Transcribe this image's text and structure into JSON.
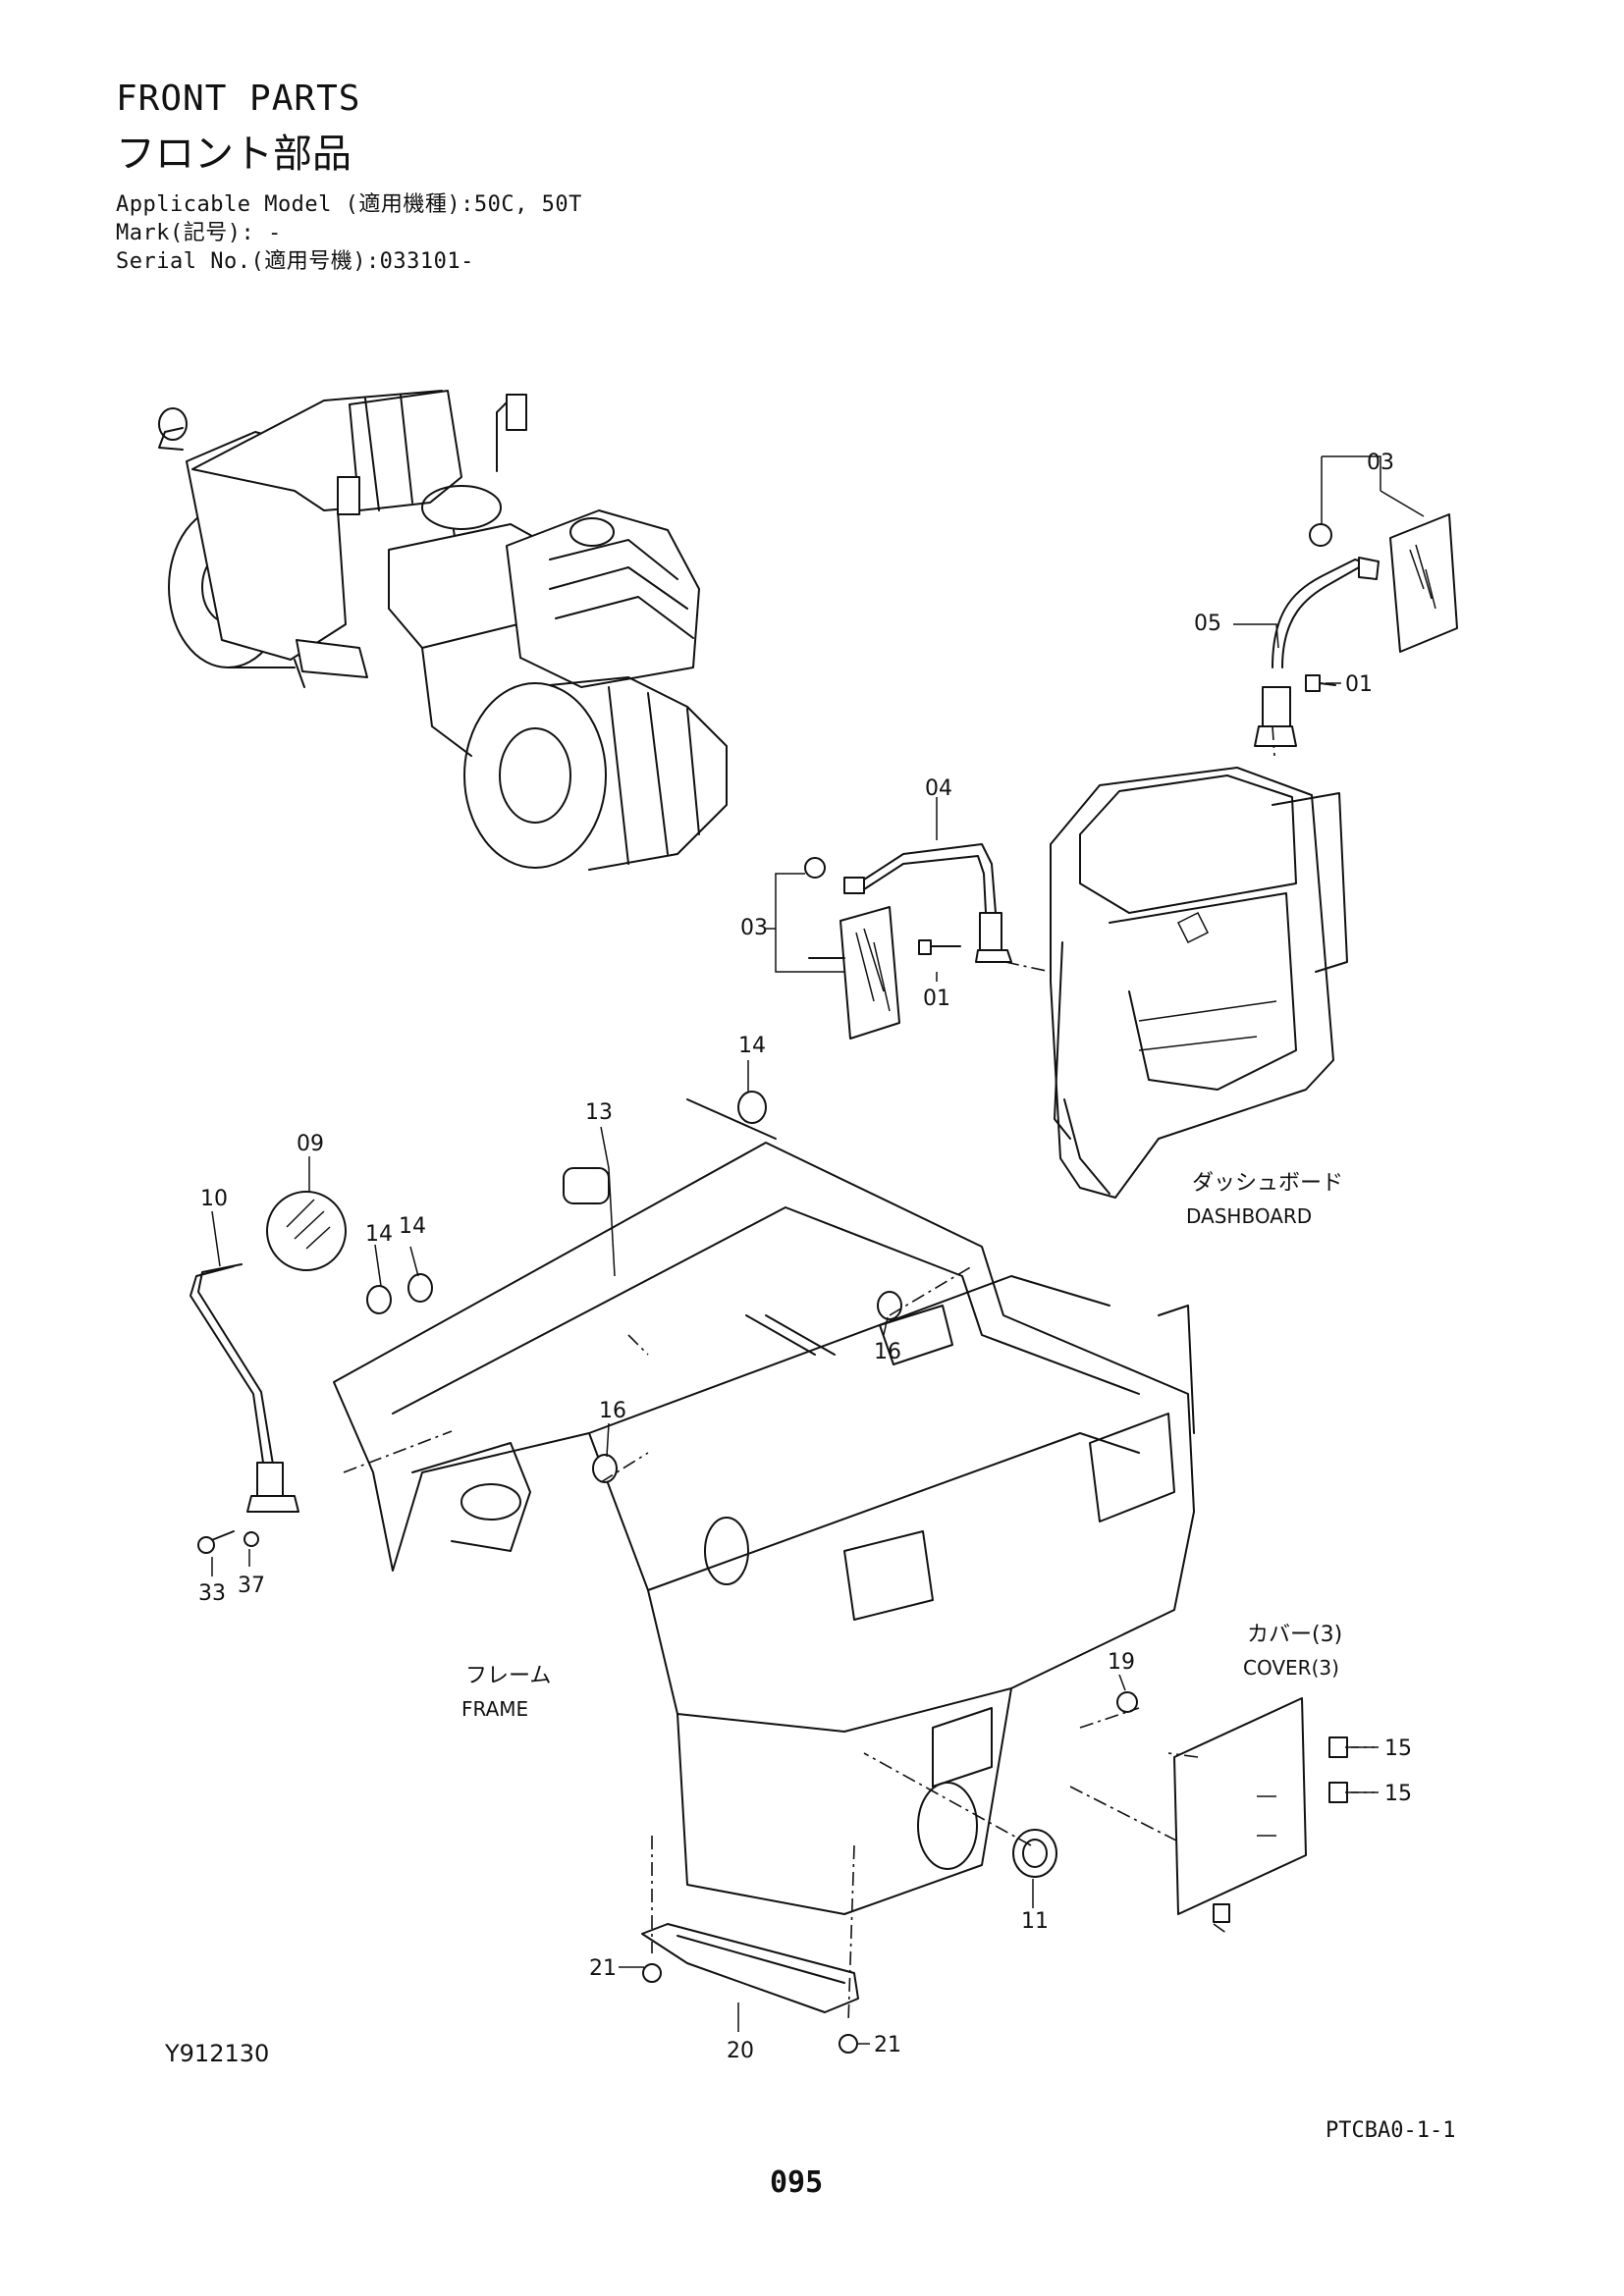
{
  "header": {
    "title_en": "FRONT PARTS",
    "title_jp": "フロント部品",
    "applicable_model": "Applicable Model (適用機種):50C, 50T",
    "mark": "Mark(記号): -",
    "serial_no": "Serial No.(適用号機):033101-"
  },
  "callouts": {
    "c01": "01",
    "c03": "03",
    "c04": "04",
    "c05": "05",
    "c09": "09",
    "c10": "10",
    "c11": "11",
    "c13": "13",
    "c14": "14",
    "c15": "15",
    "c16": "16",
    "c19": "19",
    "c20": "20",
    "c21": "21",
    "c33": "33",
    "c37": "37"
  },
  "labels": {
    "dashboard_jp": "ダッシュボード",
    "dashboard_en": "DASHBOARD",
    "frame_jp": "フレーム",
    "frame_en": "FRAME",
    "cover_jp": "カバー(3)",
    "cover_en": "COVER(3)"
  },
  "footer": {
    "drawing_id": "Y912130",
    "ref_code": "PTCBA0-1-1",
    "page_number": "095"
  }
}
